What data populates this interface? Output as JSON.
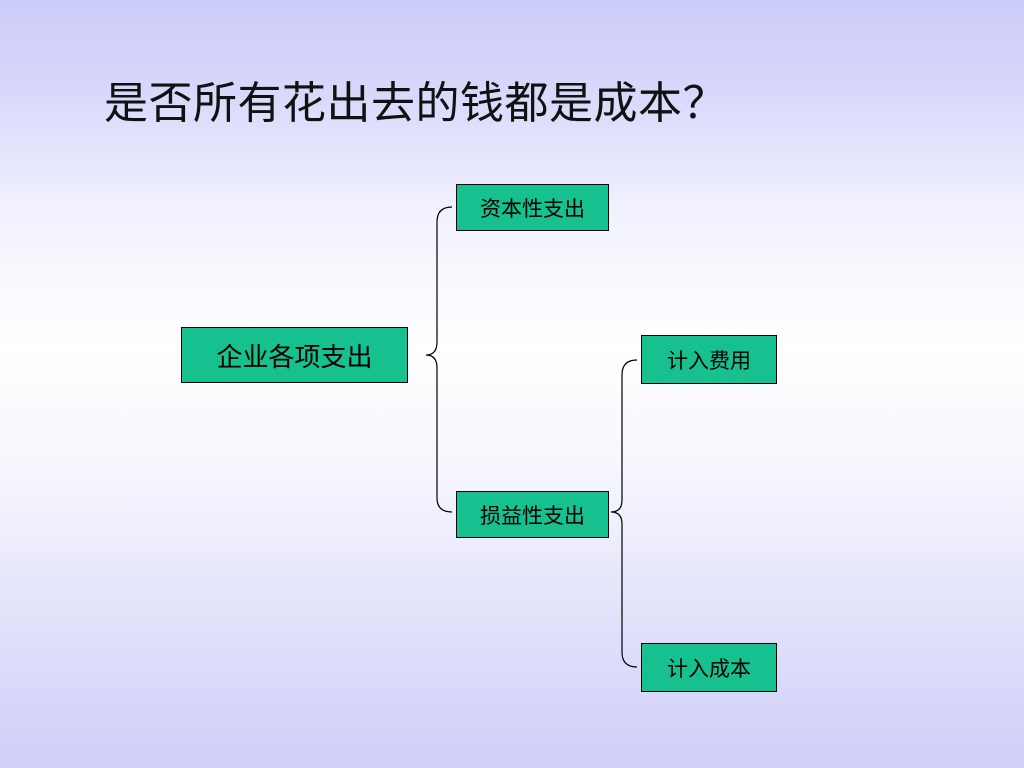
{
  "title": "是否所有花出去的钱都是成本？",
  "colors": {
    "box_fill": "#16c08f",
    "box_border": "#000000",
    "line": "#000000"
  },
  "tree": {
    "root": "企业各项支出",
    "branches": [
      {
        "label": "资本性支出"
      },
      {
        "label": "损益性支出",
        "children": [
          {
            "label": "计入费用"
          },
          {
            "label": "计入成本"
          }
        ]
      }
    ]
  }
}
